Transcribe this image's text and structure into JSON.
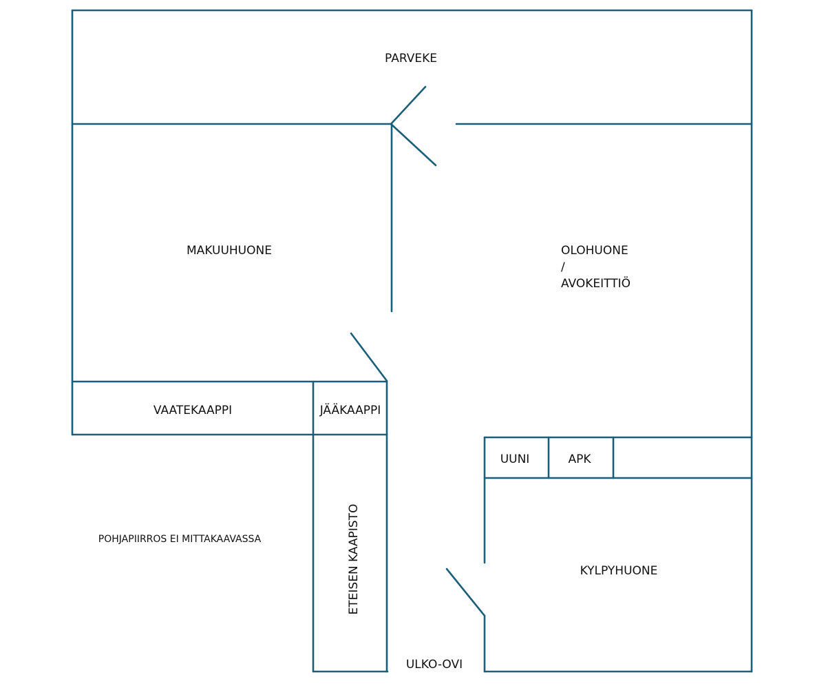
{
  "line_color": "#1b5e7a",
  "text_color": "#111111",
  "rooms": {
    "balcony": "PARVEKE",
    "bedroom": "MAKUUHUONE",
    "living_line1": "OLOHUONE",
    "living_line2": "/",
    "living_line3": "AVOKEITTIÖ",
    "wardrobe": "VAATEKAAPPI",
    "fridge": "JÄÄKAAPPI",
    "oven": "UUNI",
    "dishwasher": "APK",
    "hall_closet": "ETEISEN KAAPISTO",
    "bathroom": "KYLPYHUONE",
    "entrance": "ULKO-OVI"
  },
  "note": "POHJAPIIRROS EI MITTAKAAVASSA"
}
